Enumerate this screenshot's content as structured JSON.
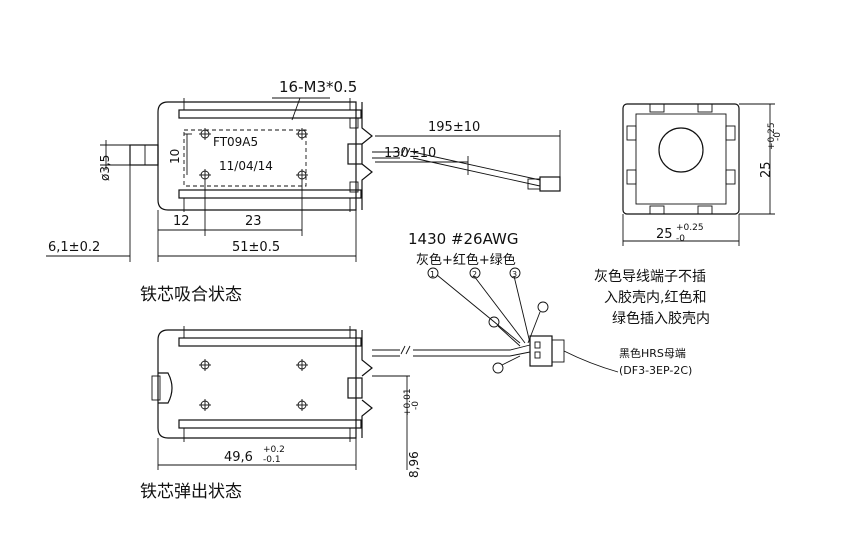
{
  "labels": {
    "thread": "16-M3*0.5",
    "model": "FT09A5",
    "date": "11/04/14",
    "dim_195": "195±10",
    "dim_130": "130±10",
    "dim_10": "10",
    "dim_dia": "ø3,5",
    "dim_12": "12",
    "dim_23": "23",
    "dim_51": "51±0.5",
    "dim_61": "6,1±0.2",
    "state_attract": "铁芯吸合状态",
    "state_release": "铁芯弹出状态",
    "wire_spec": "1430  #26AWG",
    "wire_colors": "灰色+红色+绿色",
    "circ1": "1",
    "circ2": "2",
    "circ3": "3",
    "note_line1": "灰色导线端子不插",
    "note_line2": "入胶壳内,红色和",
    "note_line3": "绿色插入胶壳内",
    "connector_line1": "黑色HRS母端",
    "connector_line2": "(DF3-3EP-2C)",
    "dim_25_right": "25",
    "dim_25_right_tol": "+0.25",
    "dim_25_right_tol_low": "-0",
    "dim_25_bottom": "25",
    "dim_25_bottom_tol": "+0.25",
    "dim_25_bottom_tol_low": "-0",
    "dim_496": "49,6",
    "dim_496_tol": "+0.2",
    "dim_496_tol_low": "-0.1",
    "dim_896": "8,96",
    "dim_896_tol": "+0.01",
    "dim_896_tol_low": "-0"
  }
}
